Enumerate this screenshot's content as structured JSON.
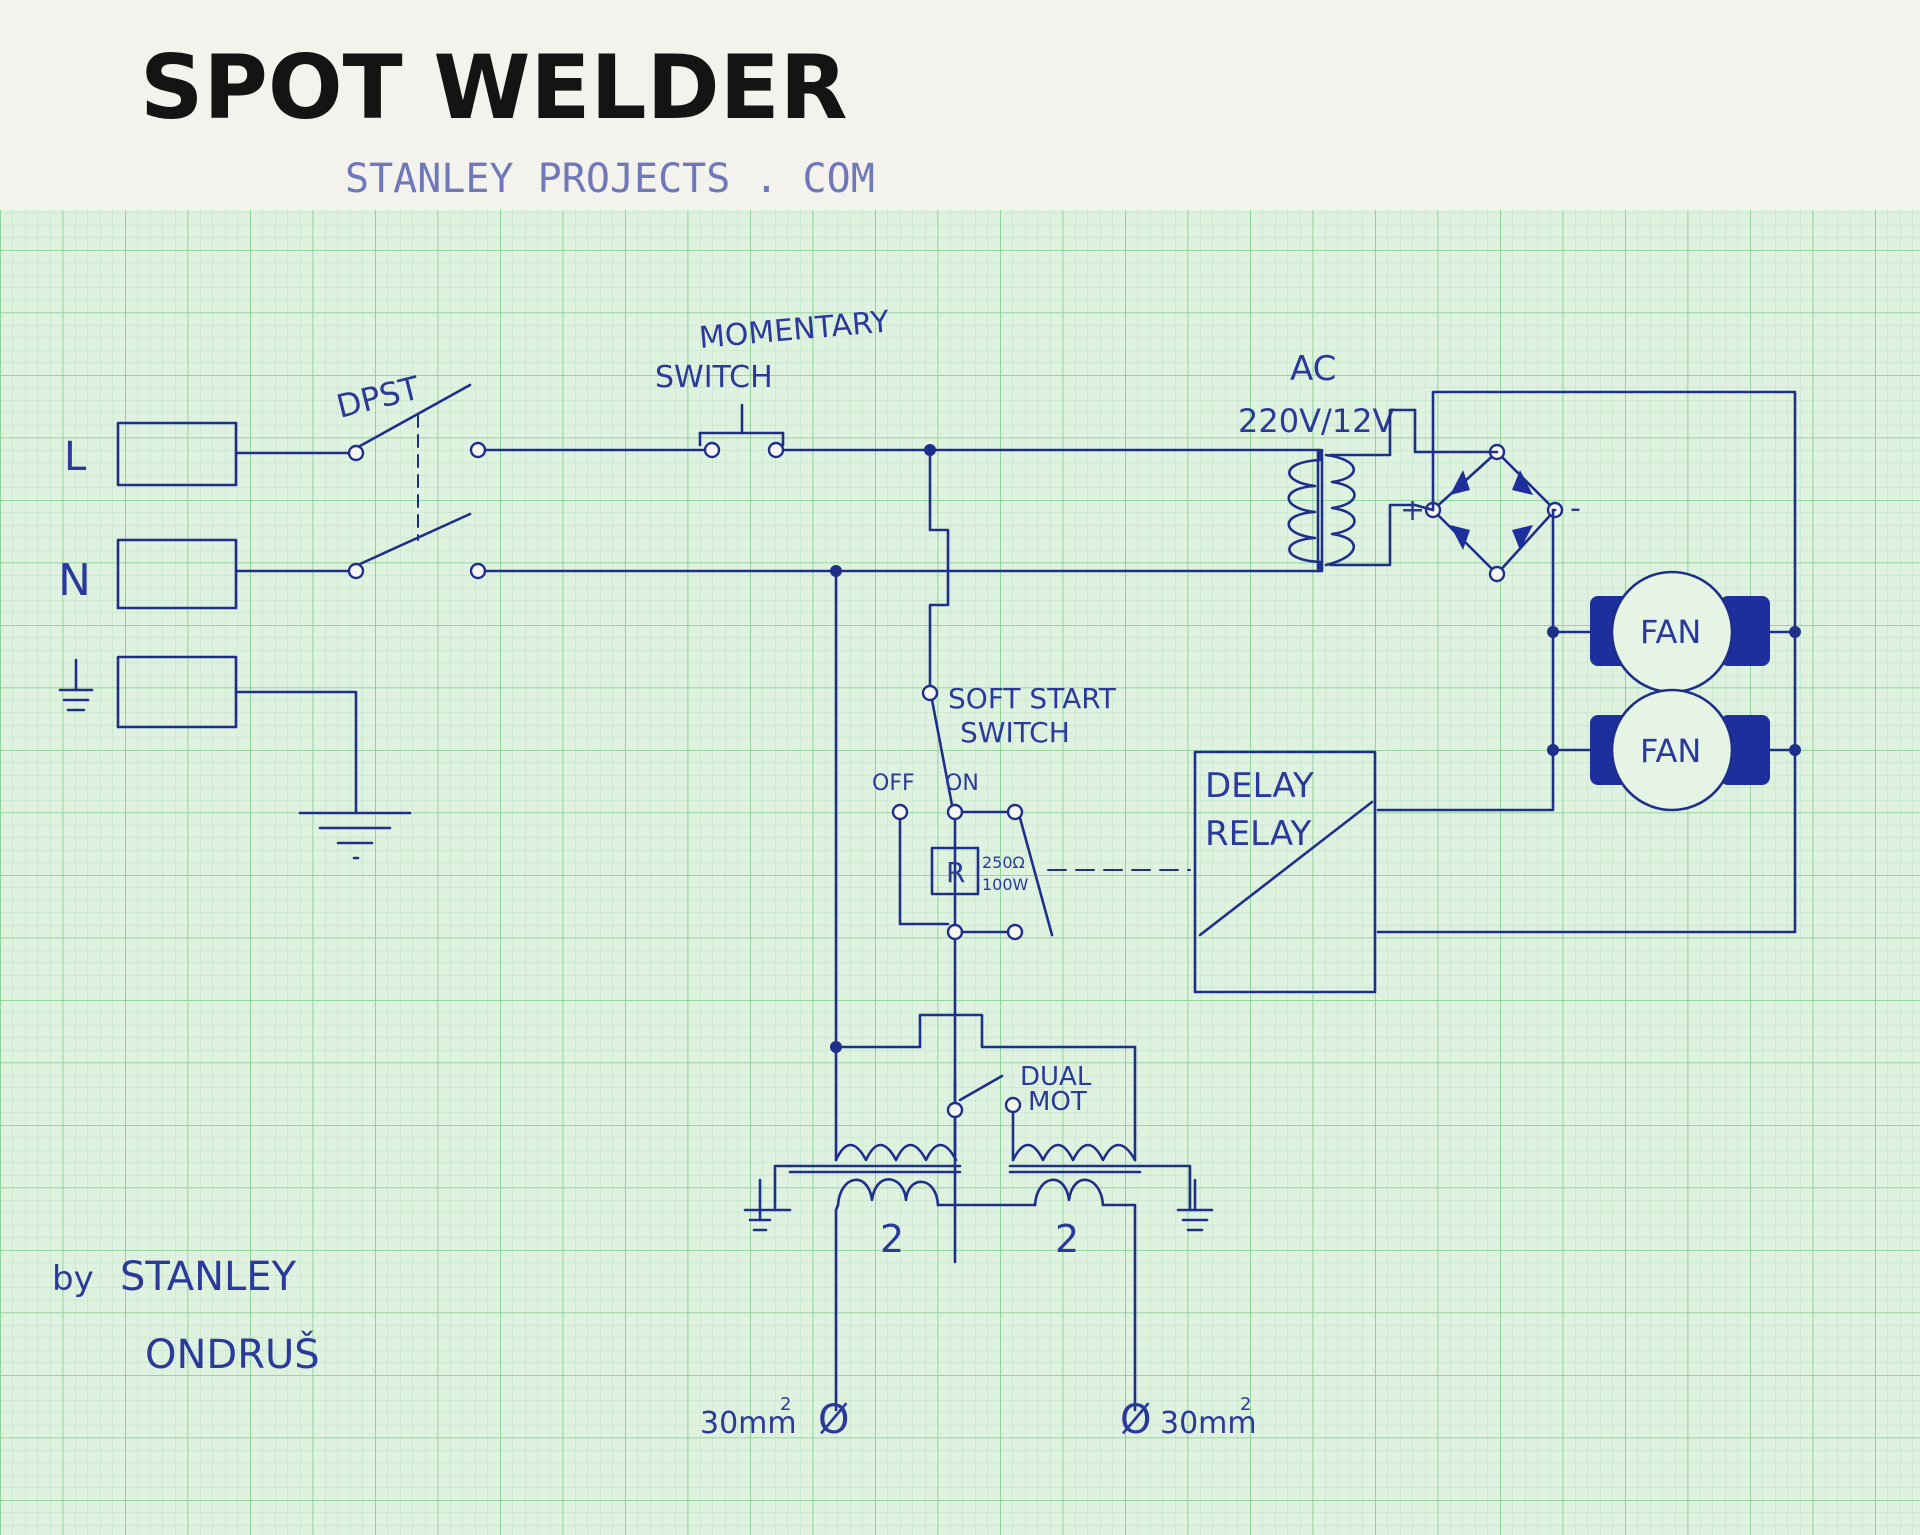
{
  "title": "SPOT WELDER",
  "website": "STANLEY PROJECTS . COM",
  "author": {
    "by": "by",
    "first_name": "STANLEY",
    "last_name": "ONDRUŠ"
  },
  "mains": {
    "live": "L",
    "neutral": "N"
  },
  "labels": {
    "dpst": "DPST",
    "momentary_line1": "MOMENTARY",
    "momentary_line2": "SWITCH",
    "ac": "AC",
    "transformer_rating": "220V/12V",
    "plus": "+",
    "minus": "-",
    "fan_1": "FAN",
    "fan_2": "FAN",
    "soft_start_line1": "SOFT START",
    "soft_start_line2": "SWITCH",
    "off": "OFF",
    "on": "ON",
    "resistor": "R",
    "resistor_value": "250Ω",
    "resistor_power": "100W",
    "delay_line1": "DELAY",
    "delay_line2": "RELAY",
    "dual_line1": "DUAL",
    "dual_line2": "MOT",
    "turns_left": "2",
    "turns_right": "2",
    "cable_left": "30mm",
    "cable_right": "30mm",
    "cable_exp": "2",
    "diameter": "Ø"
  },
  "colors": {
    "paper": "#f4f2ec",
    "grid_fine": "#bfe3c4",
    "grid_major": "#7fcb8c",
    "ink": "#1e2f8a",
    "title_ink": "#141414"
  }
}
